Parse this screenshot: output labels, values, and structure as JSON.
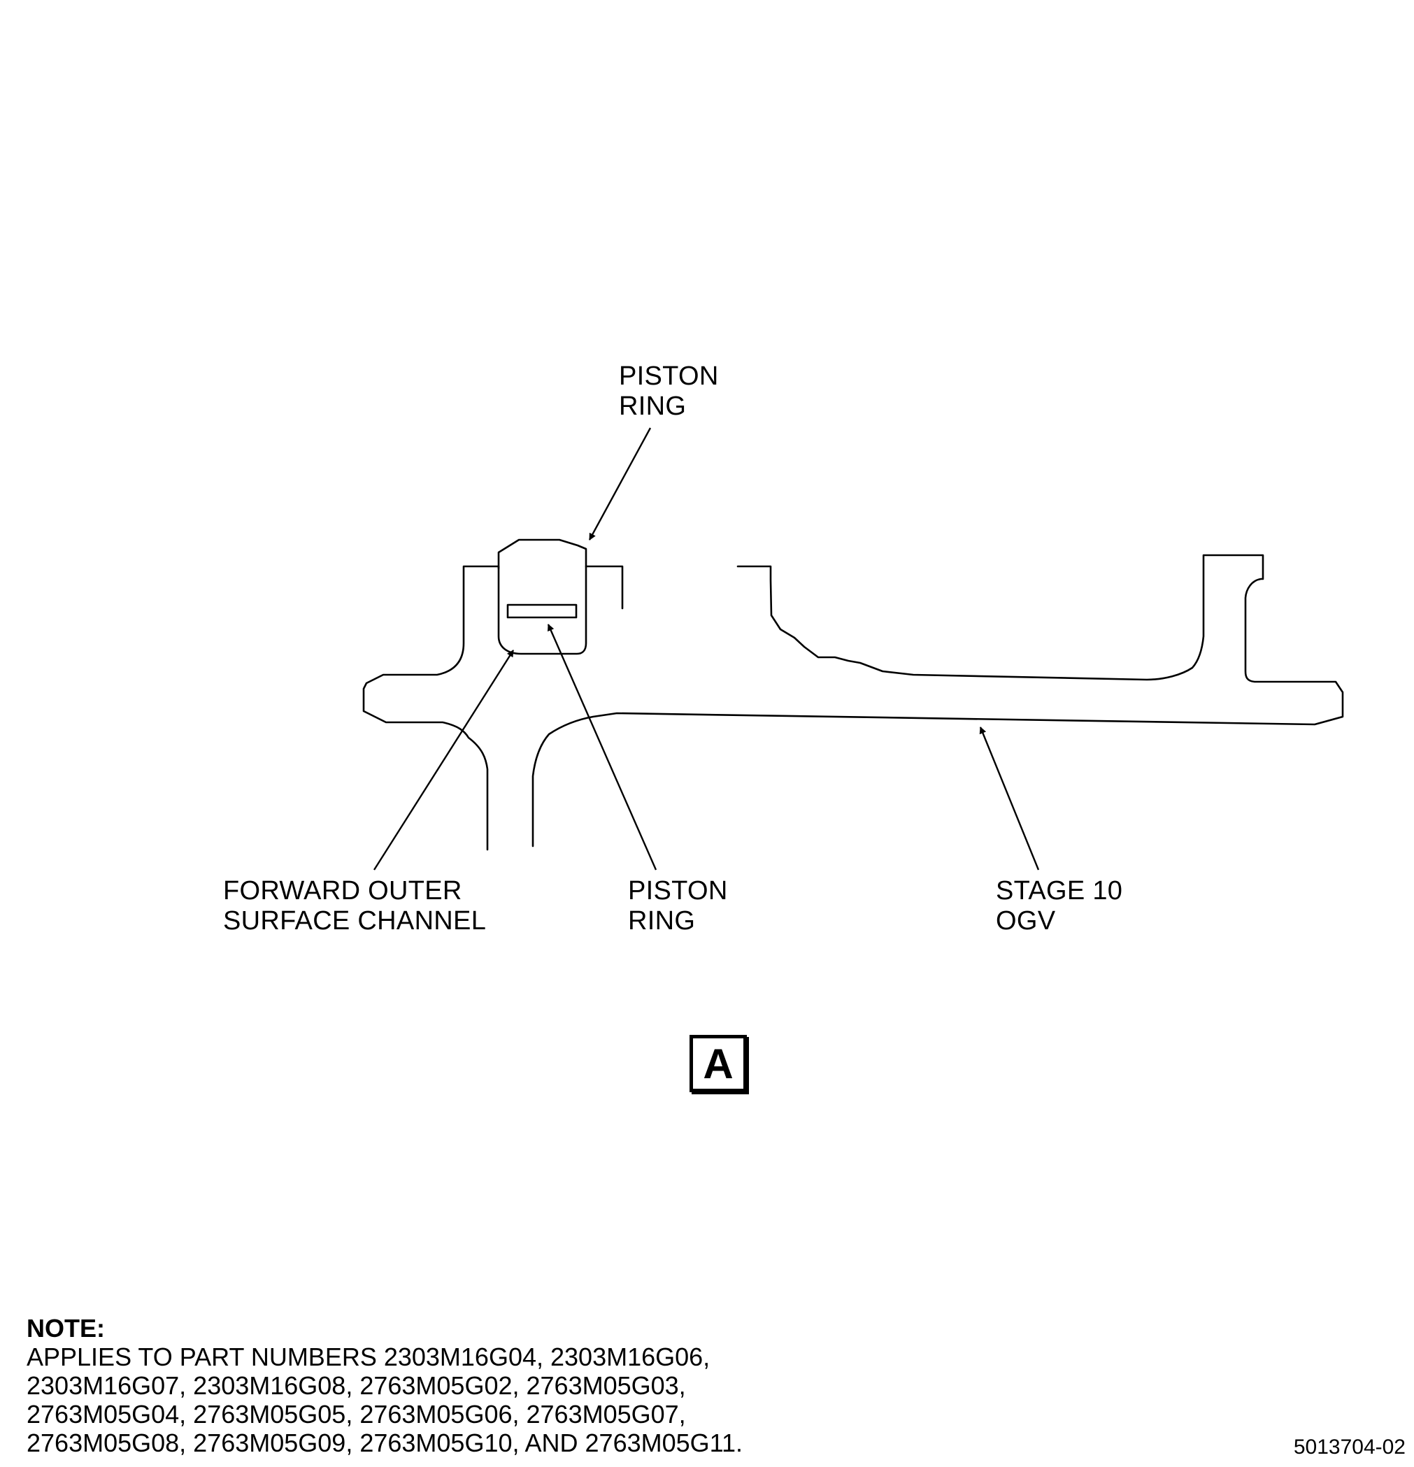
{
  "labels": {
    "piston_ring_top": [
      "PISTON",
      "RING"
    ],
    "forward_outer_surface_channel": [
      "FORWARD OUTER",
      "SURFACE CHANNEL"
    ],
    "piston_ring_bottom": [
      "PISTON",
      "RING"
    ],
    "stage_10_ogv": [
      "STAGE 10",
      "OGV"
    ]
  },
  "view_indicator": "A",
  "note": {
    "title": "NOTE:",
    "lines": [
      "APPLIES TO PART NUMBERS 2303M16G04, 2303M16G06,",
      "2303M16G07, 2303M16G08, 2763M05G02, 2763M05G03,",
      "2763M05G04, 2763M05G05, 2763M05G06, 2763M05G07,",
      "2763M05G08, 2763M05G09, 2763M05G10, AND 2763M05G11."
    ]
  },
  "figure_id": "5013704-02",
  "colors": {
    "line": "#000000",
    "background": "#ffffff"
  }
}
